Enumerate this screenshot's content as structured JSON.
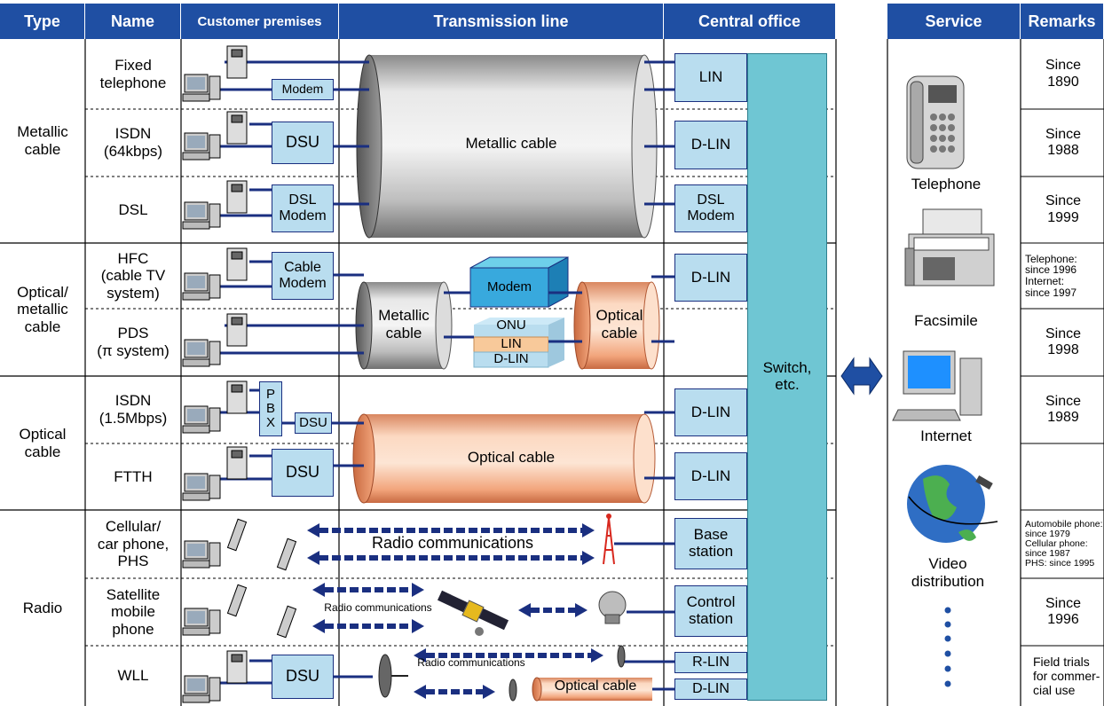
{
  "headers": {
    "type": "Type",
    "name": "Name",
    "customer": "Customer premises",
    "transmission": "Transmission line",
    "central": "Central office",
    "service": "Service",
    "remarks": "Remarks"
  },
  "types": {
    "metallic": "Metallic\ncable",
    "optical_metallic": "Optical/\nmetallic\ncable",
    "optical": "Optical\ncable",
    "radio": "Radio"
  },
  "names": {
    "fixed": "Fixed\ntelephone",
    "isdn64": "ISDN\n(64kbps)",
    "dsl": "DSL",
    "hfc": "HFC\n(cable TV\nsystem)",
    "pds": "PDS\n(π system)",
    "isdn15": "ISDN\n(1.5Mbps)",
    "ftth": "FTTH",
    "cellular": "Cellular/\ncar phone,\nPHS",
    "satellite": "Satellite\nmobile\nphone",
    "wll": "WLL"
  },
  "customer": {
    "modem": "Modem",
    "dsu": "DSU",
    "dsl_modem": "DSL\nModem",
    "cable_modem": "Cable\nModem",
    "pbx": "P\nB\nX"
  },
  "transmission": {
    "metallic_cable": "Metallic cable",
    "metallic_cable_short": "Metallic\ncable",
    "optical_cable_short": "Optical\ncable",
    "optical_cable": "Optical cable",
    "modem": "Modem",
    "onu": "ONU",
    "lin": "LIN",
    "dlin": "D-LIN",
    "radio_comm": "Radio communications",
    "radio_comm_small": "Radio communications",
    "radio_comm_wll": "Radio communications",
    "optical_cable_wll": "Optical cable"
  },
  "central": {
    "lin": "LIN",
    "dlin": "D-LIN",
    "dsl_modem": "DSL\nModem",
    "base": "Base\nstation",
    "control": "Control\nstation",
    "rlin": "R-LIN",
    "switch": "Switch,\netc."
  },
  "services": {
    "telephone": "Telephone",
    "facsimile": "Facsimile",
    "internet": "Internet",
    "video": "Video\ndistribution"
  },
  "remarks": {
    "r1": "Since\n1890",
    "r2": "Since\n1988",
    "r3": "Since\n1999",
    "r4": "Telephone:\nsince 1996\nInternet:\nsince 1997",
    "r5": "Since\n1998",
    "r6": "Since\n1989",
    "r7": "",
    "r8": "Automobile phone:\nsince 1979\nCellular phone:\nsince 1987\nPHS: since 1995",
    "r9": "Since\n1996",
    "r10": "Field trials\nfor commer-\ncial use"
  },
  "colors": {
    "header": "#1f4fa3",
    "box": "#b9ddef",
    "switch": "#6fc6d3",
    "line": "#1a2f80",
    "optical": "#f6b892",
    "metallic": "#c8c8c8"
  }
}
